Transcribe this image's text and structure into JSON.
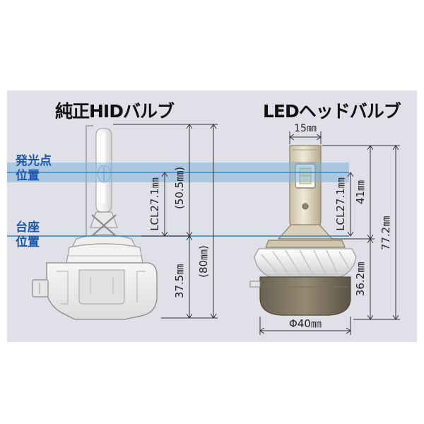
{
  "titles": {
    "hid": "純正HIDバルブ",
    "led": "LEDヘッドバルブ"
  },
  "labels": {
    "emission_point": [
      "発光点",
      "位置"
    ],
    "base": [
      "台座",
      "位置"
    ]
  },
  "dimensions": {
    "hid": {
      "lcl": "LCL27.1㎜",
      "emission_to_top": "(50.5㎜)",
      "base_height": "37.5㎜",
      "total": "(80㎜)"
    },
    "led": {
      "width": "15㎜",
      "lcl": "LCL27.1㎜",
      "top_height": "41㎜",
      "base_height": "36.2㎜",
      "total": "77.2㎜",
      "diameter": "Φ40㎜"
    }
  },
  "colors": {
    "panel_bg": "#dfe0e8",
    "accent_blue": "#1d57a8",
    "band_blue": "#7fb2dc",
    "line_blue": "#2e88c7"
  }
}
